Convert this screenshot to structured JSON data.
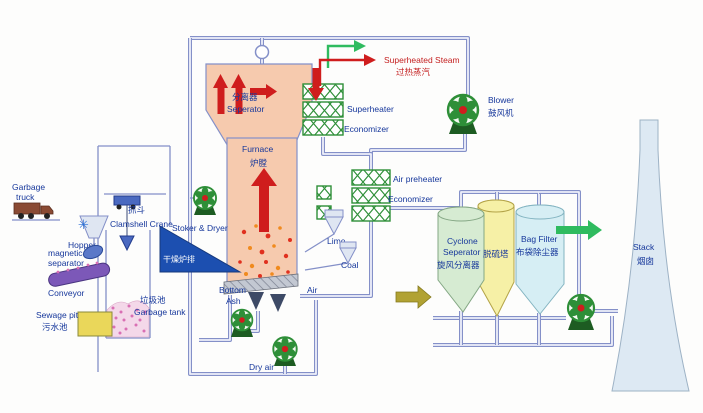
{
  "labels": {
    "steam": [
      "Superheated Steam",
      "过热蒸汽"
    ],
    "blower": [
      "Blower",
      "鼓风机"
    ],
    "separator": [
      "分离器",
      "Seperator"
    ],
    "superheater": "Superheater",
    "economizer_1": "Economizer",
    "furnace": [
      "Furnace",
      "炉膛"
    ],
    "air_preheater": "Air preheater",
    "economizer_2": "Economizer",
    "garbage_truck": [
      "Garbage",
      "truck"
    ],
    "hopper": "Hopper",
    "clamshell": [
      "抓斗",
      "Clamshell Crane"
    ],
    "magnetic_separator": [
      "magnetic",
      "separator"
    ],
    "conveyor": "Conveyor",
    "sewage_pit": [
      "Sewage pit",
      "污水池"
    ],
    "garbage_tank": [
      "垃圾池",
      "Garbage tank"
    ],
    "stoker": [
      "Stoker & Dryer",
      "干燥炉排"
    ],
    "lime": "Lime",
    "coal": "Coal",
    "bottom_ash": [
      "Bottom",
      "Ash"
    ],
    "air": "Air",
    "dry_air": "Dry air",
    "cyclone": [
      "Cyclone",
      "Seperator",
      "旋风分离器"
    ],
    "desulfurizer": "脱硫塔",
    "bag_filter": [
      "Bag Filter",
      "布袋除尘器"
    ],
    "stack": [
      "Stack",
      "烟囱"
    ]
  },
  "icons": {
    "sparkle": "✳"
  },
  "colors": {
    "pipe": "#8490c8",
    "pipe_inner": "#eef0fa",
    "label_blue": "#16379b",
    "label_red": "#c41f1f",
    "arrow_red": "#cf1d1d",
    "hx_green": "#2e8f38",
    "fan_green": "#2e8f38",
    "fan_dark": "#1d5c22",
    "furnace_fill": "#f6caae",
    "cyclone_fill": "#d6ebd2",
    "desulf_fill": "#f6f0a6",
    "bag_fill": "#d6eef4",
    "stack_fill": "#dde9f3",
    "stoker_blue": "#1c4fb0",
    "conveyor_purple": "#7c58b8",
    "sewage_yellow": "#ead75a",
    "tank_pink": "#f4d8e9",
    "olive_arrow": "#b1a233",
    "green_flow": "#2fbb5f",
    "truck_brown": "#8a4a33"
  }
}
